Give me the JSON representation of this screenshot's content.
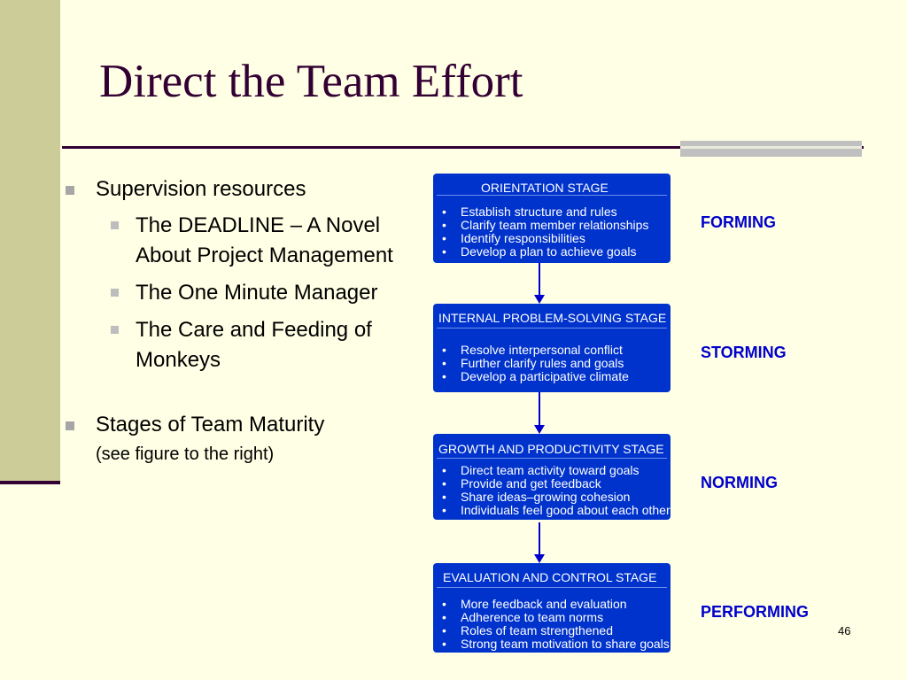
{
  "slide": {
    "title": "Direct the Team Effort",
    "page_number": "46"
  },
  "bullets": {
    "supervision": "Supervision resources",
    "books": [
      "The DEADLINE – A Novel About Project Management",
      "The One Minute Manager",
      "The Care and Feeding of Monkeys"
    ],
    "maturity": "Stages of Team Maturity",
    "maturity_note": "(see figure to the right)"
  },
  "stages": [
    {
      "heading": "ORIENTATION STAGE",
      "name": "FORMING",
      "items": [
        "Establish structure and rules",
        "Clarify team member relationships",
        "Identify responsibilities",
        "Develop a plan to achieve goals"
      ]
    },
    {
      "heading": "INTERNAL PROBLEM-SOLVING STAGE",
      "name": "STORMING",
      "items": [
        "Resolve interpersonal conflict",
        "Further clarify rules and goals",
        "Develop a participative climate"
      ]
    },
    {
      "heading": "GROWTH AND PRODUCTIVITY STAGE",
      "name": "NORMING",
      "items": [
        "Direct team activity toward goals",
        "Provide and get feedback",
        "Share ideas–growing cohesion",
        "Individuals feel good about each other"
      ]
    },
    {
      "heading": "EVALUATION AND CONTROL STAGE",
      "name": "PERFORMING",
      "items": [
        "More feedback and evaluation",
        "Adherence to team norms",
        "Roles of team strengthened",
        "Strong team motivation to share goals"
      ]
    }
  ],
  "colors": {
    "background": "#ffffe5",
    "band": "#cccc99",
    "title": "#330033",
    "stage_box": "#0033cc",
    "stage_label": "#0000cc"
  }
}
